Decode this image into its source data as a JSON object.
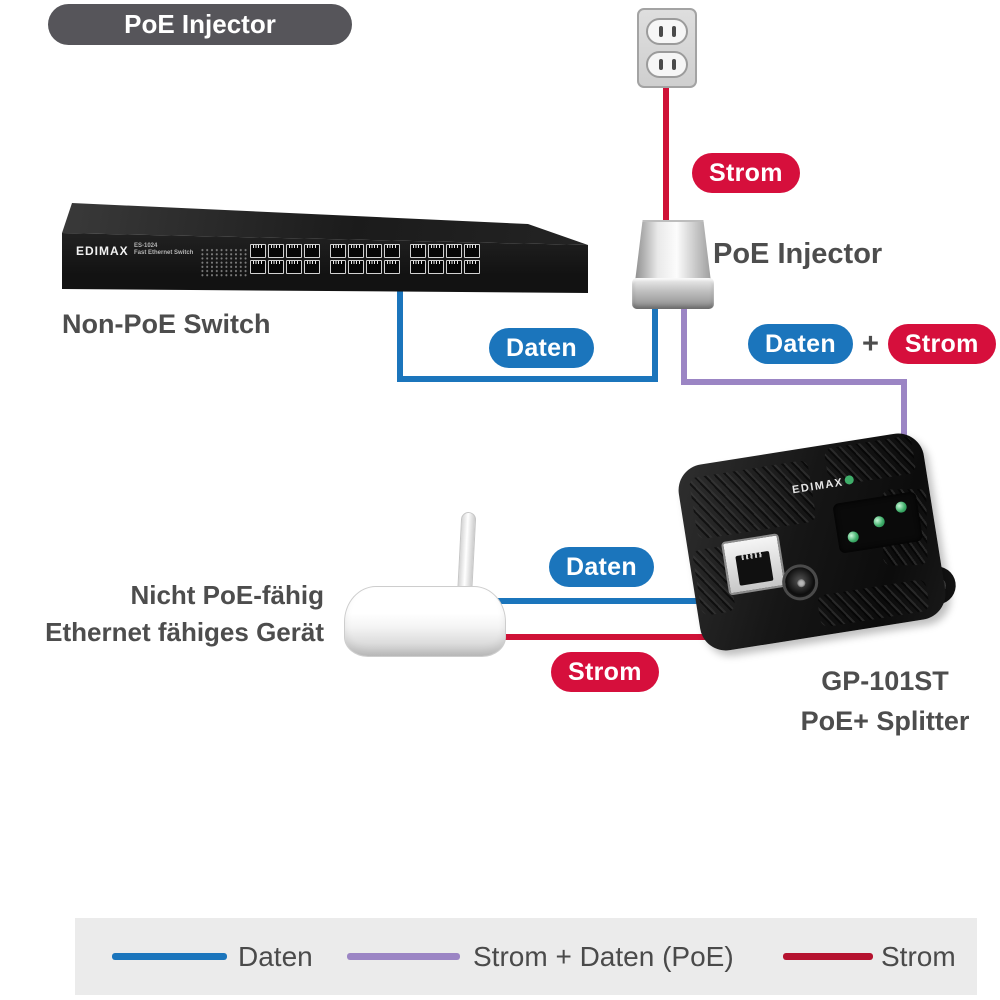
{
  "title_badge": {
    "label": "PoE Injector"
  },
  "colors": {
    "daten_blue": "#1b75bc",
    "strom_red_badge": "#d60f3c",
    "strom_red_cable": "#cf1237",
    "poe_purple": "#9b85c4",
    "legend_strom_red": "#b5122f",
    "label_gray": "#4d4d4d",
    "title_badge_bg": "#56555a",
    "legend_bg": "#ebebeb",
    "led_green": "#3fae6a"
  },
  "badges": {
    "strom_outlet": "Strom",
    "daten_switch": "Daten",
    "combo_daten": "Daten",
    "combo_plus": "+",
    "combo_strom": "Strom",
    "daten_device": "Daten",
    "strom_device": "Strom"
  },
  "devices": {
    "switch": {
      "caption": "Non-PoE Switch",
      "brand": "EDIMAX",
      "model": "ES-1024",
      "model_sub": "Fast Ethernet Switch"
    },
    "injector": {
      "caption": "PoE Injector"
    },
    "access_point": {
      "caption_line1": "Nicht PoE-fähig",
      "caption_line2": "Ethernet fähiges Gerät"
    },
    "splitter": {
      "brand": "EDIMAX",
      "caption_line1": "GP-101ST",
      "caption_line2": "PoE+ Splitter"
    }
  },
  "legend": {
    "items": [
      {
        "label": "Daten",
        "color": "#1b75bc"
      },
      {
        "label": "Strom + Daten (PoE)",
        "color": "#9b85c4"
      },
      {
        "label": "Strom",
        "color": "#b5122f"
      }
    ]
  }
}
